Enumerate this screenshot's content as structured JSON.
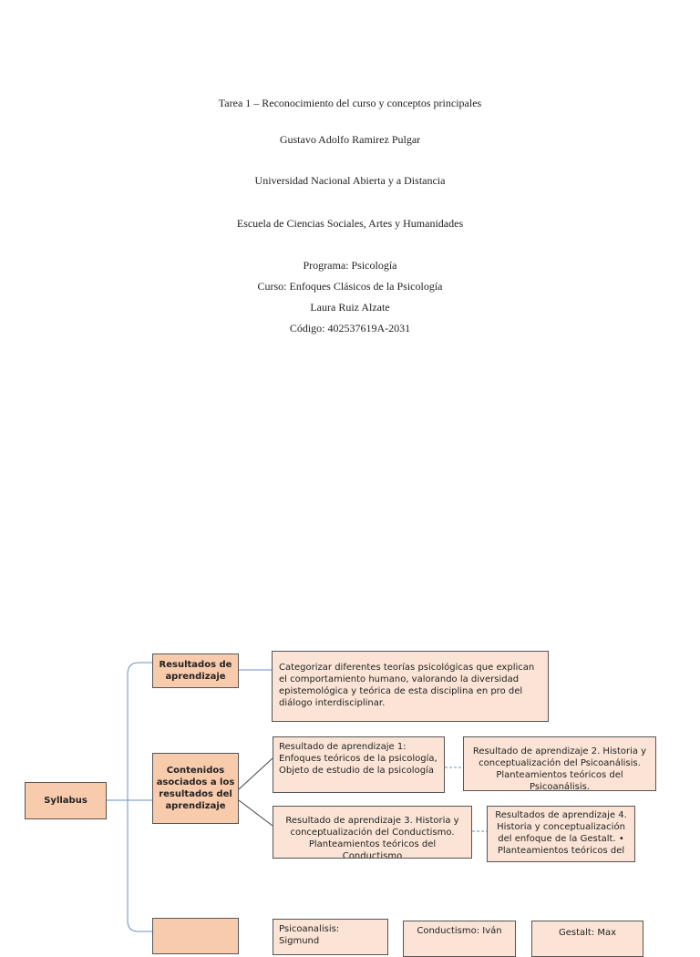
{
  "cover": {
    "task_title": "Tarea 1 – Reconocimiento del curso y conceptos principales",
    "author": "Gustavo Adolfo Ramirez Pulgar",
    "university": "Universidad Nacional Abierta y a Distancia",
    "school": "Escuela de Ciencias Sociales, Artes y Humanidades",
    "program": "Programa: Psicología",
    "course": "Curso: Enfoques Clásicos de la Psicología",
    "tutor": "Laura Ruiz Alzate",
    "code": "Código: 402537619A-2031"
  },
  "diagram": {
    "root": "Syllabus",
    "learning_results": {
      "heading": "Resultados de aprendizaje",
      "text": "Categorizar diferentes teorías psicológicas que explican el comportamiento humano, valorando la diversidad epistemológica y teórica de esta disciplina en pro del diálogo interdisciplinar."
    },
    "contents": {
      "heading": "Contenidos asociados a los resultados del aprendizaje",
      "result1": "Resultado de aprendizaje 1:\nEnfoques teóricos de la psicología,\nObjeto de estudio de la psicología",
      "result2": "Resultado de aprendizaje 2. Historia y conceptualización del Psicoanálisis.\nPlanteamientos teóricos del Psicoanálisis.",
      "result3": "Resultado de aprendizaje 3.  Historia y conceptualización del Conductismo.\nPlanteamientos teóricos del Conductismo",
      "result4": "Resultados de aprendizaje 4.\nHistoria y conceptualización del enfoque de la Gestalt.\n• Planteamientos teóricos del"
    },
    "bottom_row": {
      "psychoanalysis": "Psicoanalisis: Sigmund",
      "behaviorism": "Conductismo:  Iván",
      "gestalt": "Gestalt: Max"
    }
  }
}
